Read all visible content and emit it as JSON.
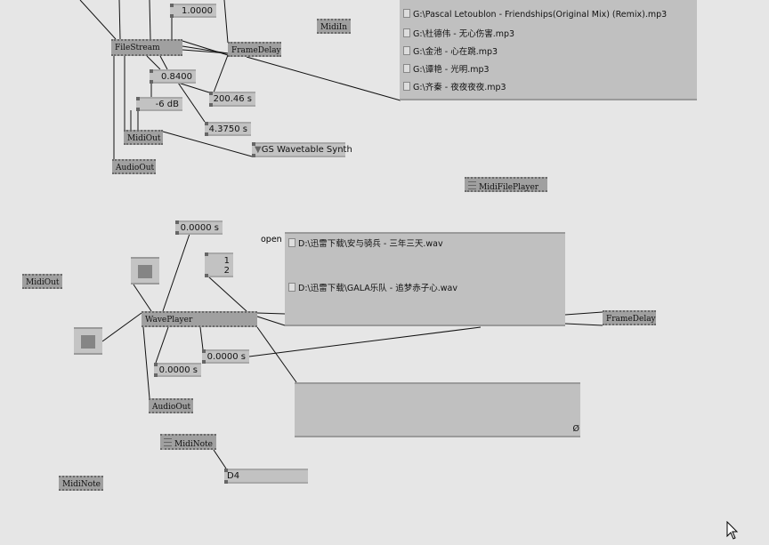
{
  "modules": {
    "filestream": "FileStream",
    "framedelay_top": "FrameDelay",
    "midiin": "MidiIn",
    "midiout_top": "MidiOut",
    "audioout_top": "AudioOut",
    "midifileplayer": "MidiFilePlayer",
    "midiout_left": "MidiOut",
    "waveplayer": "WavePlayer",
    "framedelay_right": "FrameDelay",
    "audioout_bottom": "AudioOut",
    "midinote": "MidiNote",
    "midinote_bottom": "MidiNote"
  },
  "values": {
    "speed": "1.0000",
    "volume": "0.8400",
    "duration": "200.46 s",
    "gain": "-6 dB",
    "position": "4.3750 s",
    "midi_device": "GS Wavetable Synth",
    "wave_time_top": "0.0000 s",
    "wave_pos_a": "0.0000 s",
    "wave_pos_b": "0.0000 s",
    "index_1": "1",
    "index_2": "2",
    "note": "D4",
    "empty_value": "Ø",
    "open_label": "open"
  },
  "mp3_list": [
    "G:\\Pascal Letoublon - Friendships(Original Mix) (Remix).mp3",
    "G:\\杜德伟 - 无心伤害.mp3",
    "G:\\金池 - 心在跳.mp3",
    "G:\\谭艳 - 光明.mp3",
    "G:\\齐秦 - 夜夜夜夜.mp3"
  ],
  "wav_list": [
    "D:\\迅雷下载\\安与骑兵 - 三年三天.wav",
    "D:\\迅雷下载\\GALA乐队 - 追梦赤子心.wav"
  ]
}
